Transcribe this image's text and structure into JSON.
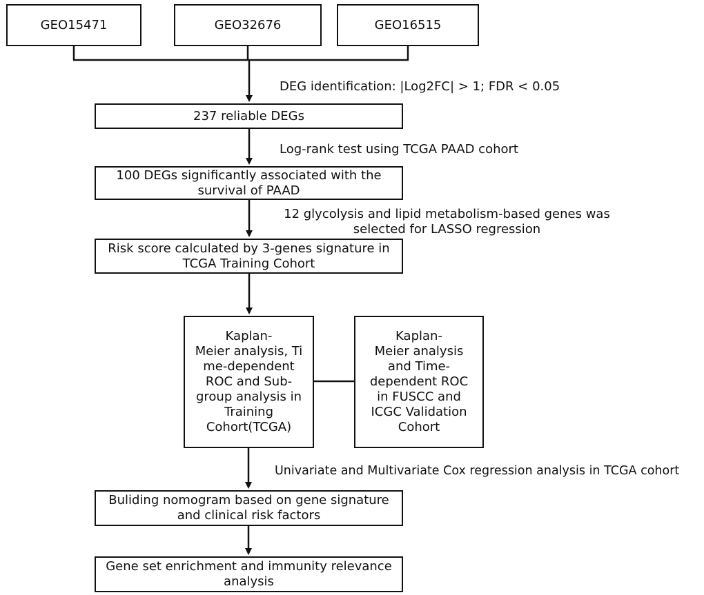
{
  "datasets": [
    "GEO15471",
    "GEO32676",
    "GEO16515"
  ],
  "steps": {
    "deg_box": "237  reliable DEGs",
    "survival_box": "100  DEGs significantly associated with the\nsurvival of PAAD",
    "risk_box": "Risk score calculated  by 3-genes signature in\nTCGA Training Cohort",
    "training_box": "Kaplan-\nMeier analysis, Ti\nme-dependent\nROC and  Sub-\ngroup analysis in\nTraining\nCohort(TCGA)",
    "validation_box": "Kaplan-\nMeier analysis\nand Time-\ndependent ROC\nin FUSCC and\nICGC Validation\nCohort",
    "nomogram_box": "Buliding nomogram based on gene signature\nand clinical risk factors",
    "gsea_box": "Gene set enrichment and immunity relevance\nanalysis"
  },
  "annotations": {
    "deg_identification": "DEG identification: |Log2FC| > 1; FDR < 0.05",
    "log_rank": "Log-rank test  using TCGA PAAD cohort",
    "lasso": "12 glycolysis and lipid metabolism-based genes was\nselected for LASSO regression",
    "cox": "Univariate and Multivariate Cox regression analysis in TCGA cohort"
  },
  "colors": {
    "stroke": "#111111",
    "background": "#ffffff",
    "text": "#111111"
  }
}
